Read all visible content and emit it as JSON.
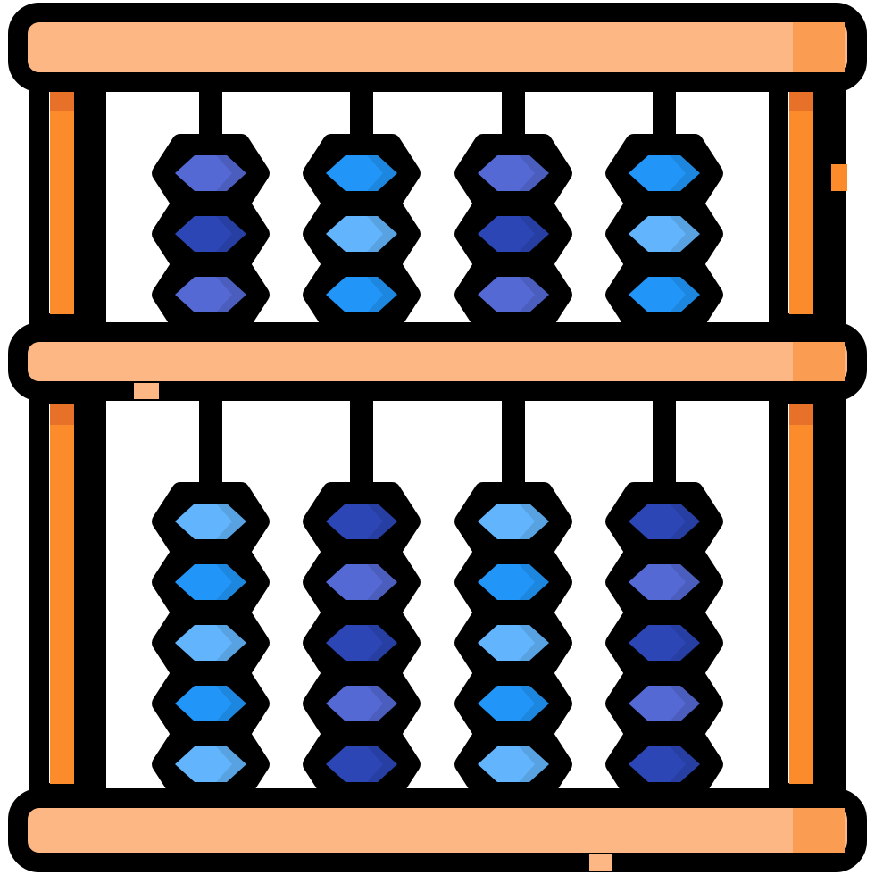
{
  "icon": {
    "name": "abacus-icon",
    "palette": {
      "outline": "#000000",
      "background": "#ffffff",
      "frame_bar_light": "#FDB784",
      "frame_bar_shade": "#FB9C53",
      "frame_post": "#FC8B2C",
      "frame_post_top": "#E8712A",
      "bead_indigo": "#5469D4",
      "bead_navy": "#2C46B5",
      "bead_blue": "#2196F8",
      "bead_sky": "#62B5FC"
    },
    "rods": [
      {
        "upper_beads": [
          "bead_indigo",
          "bead_navy",
          "bead_indigo"
        ],
        "lower_beads": [
          "bead_sky",
          "bead_blue",
          "bead_sky",
          "bead_blue",
          "bead_sky"
        ]
      },
      {
        "upper_beads": [
          "bead_blue",
          "bead_sky",
          "bead_blue"
        ],
        "lower_beads": [
          "bead_navy",
          "bead_indigo",
          "bead_navy",
          "bead_indigo",
          "bead_navy"
        ]
      },
      {
        "upper_beads": [
          "bead_indigo",
          "bead_navy",
          "bead_indigo"
        ],
        "lower_beads": [
          "bead_sky",
          "bead_blue",
          "bead_sky",
          "bead_blue",
          "bead_sky"
        ]
      },
      {
        "upper_beads": [
          "bead_blue",
          "bead_sky",
          "bead_blue"
        ],
        "lower_beads": [
          "bead_navy",
          "bead_indigo",
          "bead_navy",
          "bead_indigo",
          "bead_navy"
        ]
      }
    ]
  }
}
